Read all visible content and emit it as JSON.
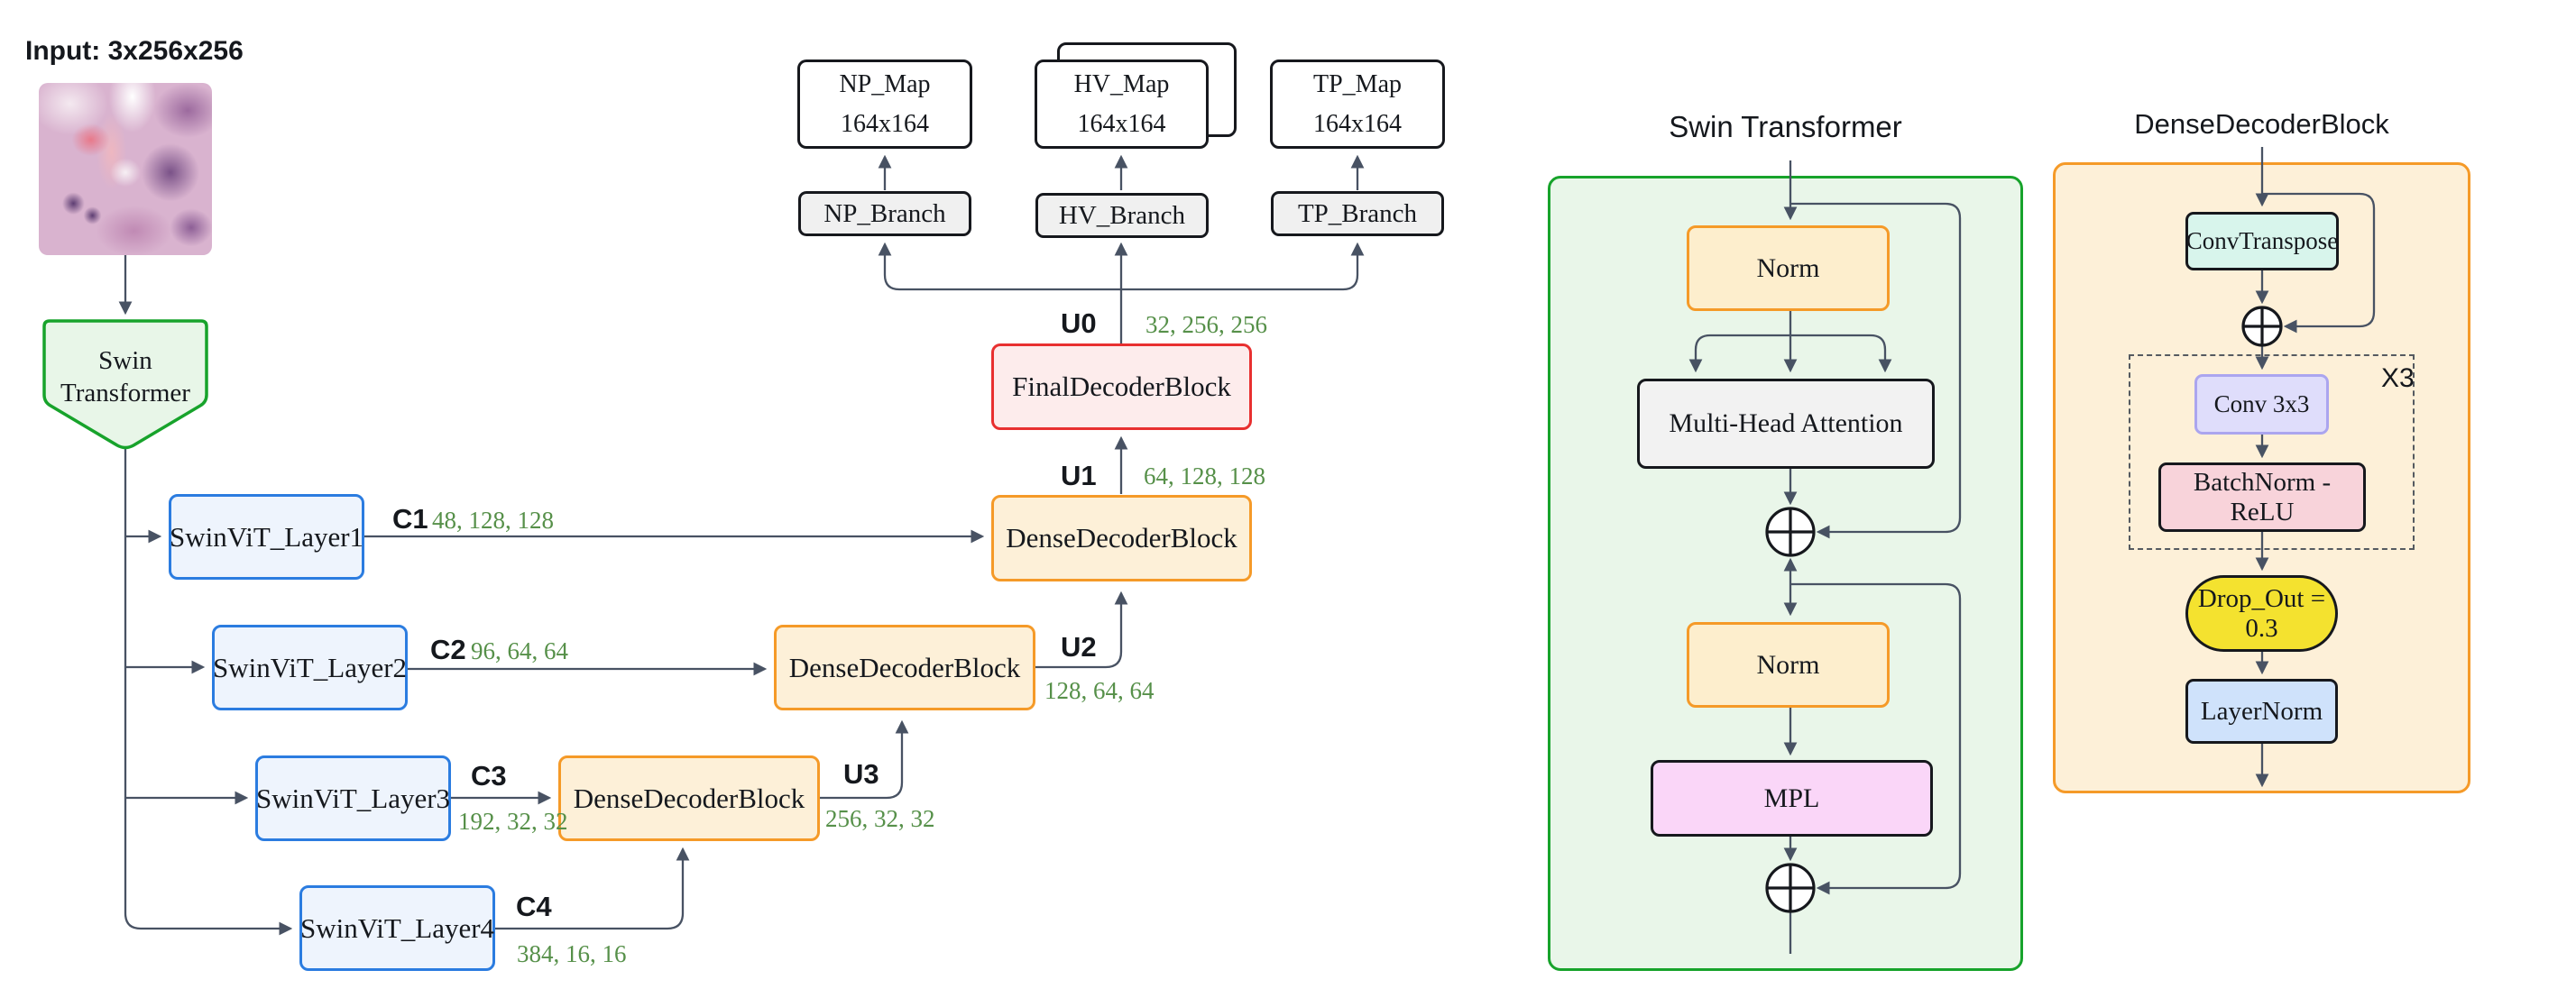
{
  "input": {
    "label": "Input: 3x256x256"
  },
  "backbone": {
    "line1": "Swin",
    "line2": "Transformer"
  },
  "encoders": [
    {
      "label": "SwinViT_Layer1",
      "tap": "C1",
      "dims": "48, 128, 128"
    },
    {
      "label": "SwinViT_Layer2",
      "tap": "C2",
      "dims": "96, 64, 64"
    },
    {
      "label": "SwinViT_Layer3",
      "tap": "C3",
      "dims": "192, 32, 32"
    },
    {
      "label": "SwinViT_Layer4",
      "tap": "C4",
      "dims": "384, 16, 16"
    }
  ],
  "decoders": {
    "ddb3": "DenseDecoderBlock",
    "ddb2": "DenseDecoderBlock",
    "ddb1": "DenseDecoderBlock",
    "final": "FinalDecoderBlock"
  },
  "ups": [
    {
      "tap": "U3",
      "dims": "256, 32, 32"
    },
    {
      "tap": "U2",
      "dims": "128, 64, 64"
    },
    {
      "tap": "U1",
      "dims": "64, 128, 128"
    },
    {
      "tap": "U0",
      "dims": "32, 256, 256"
    }
  ],
  "outputs": {
    "branches": [
      {
        "label": "NP_Branch"
      },
      {
        "label": "HV_Branch"
      },
      {
        "label": "TP_Branch"
      }
    ],
    "maps": [
      {
        "label": "NP_Map",
        "size": "164x164"
      },
      {
        "label": "HV_Map",
        "size": "164x164"
      },
      {
        "label": "TP_Map",
        "size": "164x164"
      }
    ]
  },
  "panel_swin": {
    "title": "Swin Transformer",
    "norm1": "Norm",
    "mha": "Multi-Head Attention",
    "norm2": "Norm",
    "mpl": "MPL"
  },
  "panel_dense": {
    "title": "DenseDecoderBlock",
    "conv_transpose": "ConvTranspose",
    "repeat": "X3",
    "conv": "Conv 3x3",
    "batchnorm": "BatchNorm - ReLU",
    "dropout": "Drop_Out = 0.3",
    "layernorm": "LayerNorm"
  },
  "colors": {
    "line": "#485263",
    "label": "#15181d",
    "dims_green": "#569049",
    "blue_border": "#2b7ce0",
    "blue_fill": "#eef4fd",
    "orange_border": "#f59a28",
    "orange_fill": "#fdf0d8",
    "red_border": "#e83030",
    "red_fill": "#fdecec",
    "green_border": "#17a32b",
    "green_fill": "#e9f6e9",
    "dark_border": "#16181d",
    "gray_fill": "#f0f0f0",
    "norm_fill": "#fdeecd",
    "mpl_fill": "#fad6f8",
    "convt_fill": "#d8f5ec",
    "conv3_fill": "#dfddfb",
    "conv3_border": "#aba5ef",
    "bn_fill": "#f8d3da",
    "drop_fill": "#f4e22f",
    "ln_fill": "#cfe2fb"
  }
}
